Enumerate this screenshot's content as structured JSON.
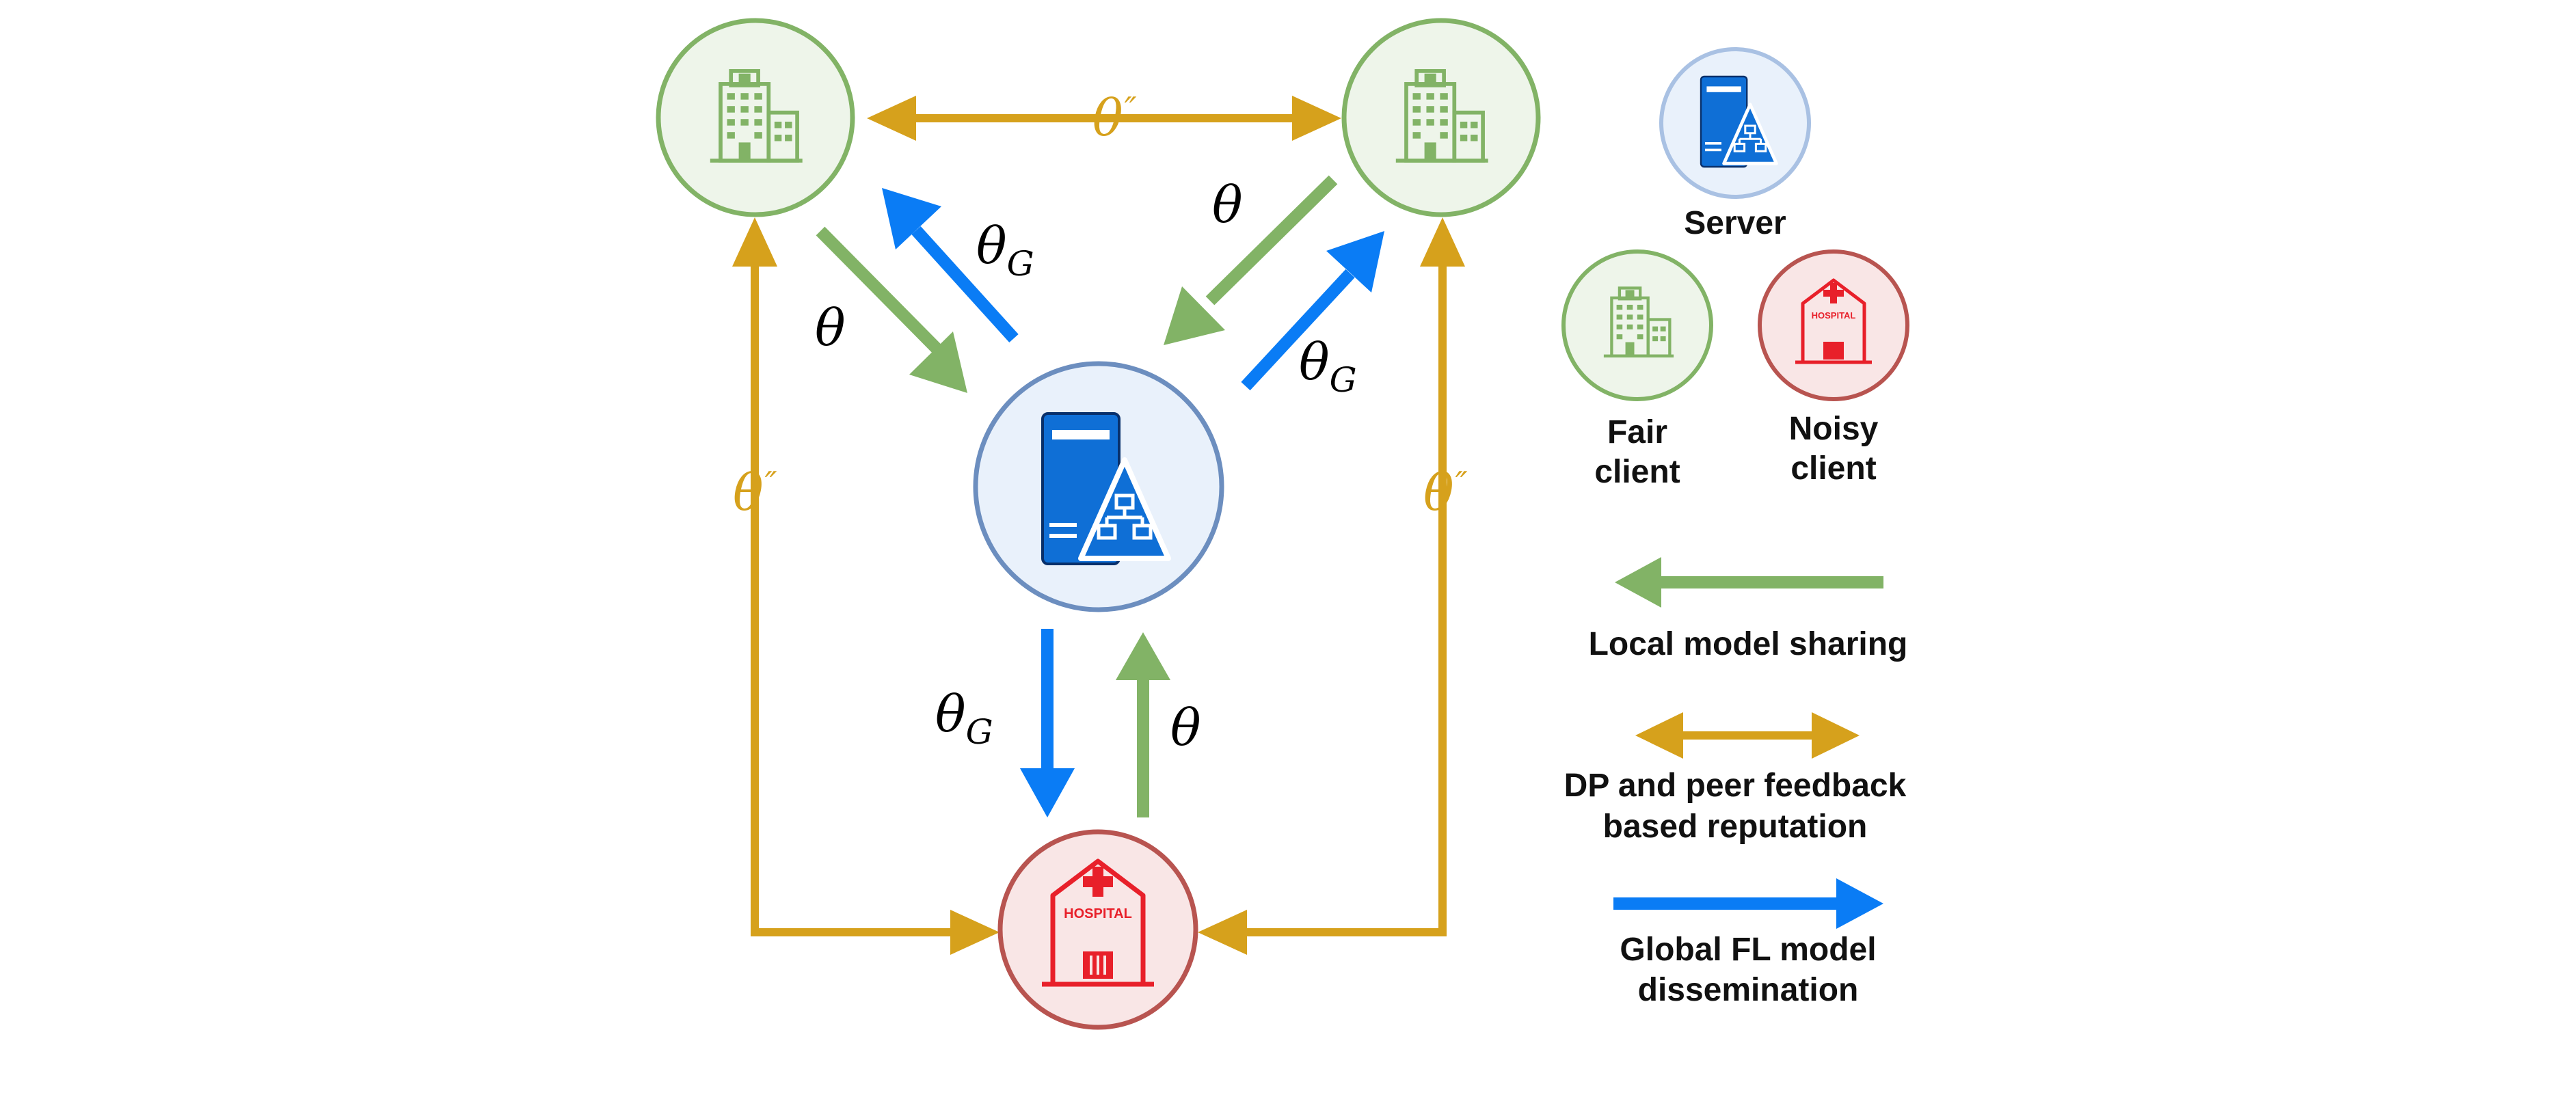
{
  "colors": {
    "fair_stroke": "#82b366",
    "fair_fill": "#eef5ea",
    "noisy_stroke": "#b85450",
    "noisy_fill": "#f9e6e6",
    "server_stroke": "#6c8ebf",
    "server_fill": "#e9f1fb",
    "local_arrow": "#82b366",
    "reputation_arrow": "#d6a11c",
    "global_arrow": "#0a7cf5",
    "hospital_red": "#e8202a",
    "server_blue": "#0f6fd6"
  },
  "labels": {
    "theta": "θ",
    "theta_g_base": "θ",
    "theta_g_sub": "G",
    "theta_pp_base": "θ",
    "theta_pp_prime": "″"
  },
  "legend": {
    "server": "Server",
    "fair_line1": "Fair",
    "fair_line2": "client",
    "noisy_line1": "Noisy",
    "noisy_line2": "client",
    "local": "Local model sharing",
    "dp_line1": "DP and peer feedback",
    "dp_line2": "based reputation",
    "global_line1": "Global FL model",
    "global_line2": "dissemination"
  },
  "icons": {
    "fair_client": "office-building-icon",
    "noisy_client": "hospital-icon",
    "server": "server-network-icon"
  },
  "hospital_sign": "HOSPITAL"
}
